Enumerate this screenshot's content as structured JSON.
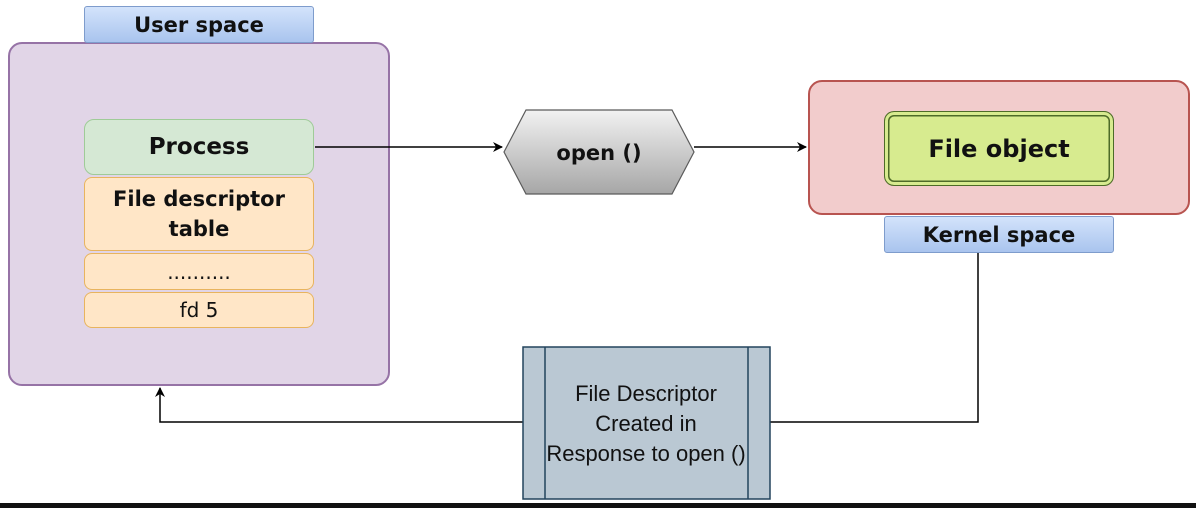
{
  "user_space": {
    "label": "User space",
    "process": "Process",
    "fd_table": {
      "header": "File descriptor table",
      "rows": [
        "..........",
        "fd 5"
      ]
    }
  },
  "open_call": {
    "label": "open ()"
  },
  "kernel_space": {
    "label": "Kernel space",
    "file_object": "File object"
  },
  "response": {
    "label": "File Descriptor Created in Response to open ()"
  },
  "colors": {
    "user_space_fill": "#e1d5e7",
    "user_space_border": "#9673a6",
    "process_fill": "#d5e8d4",
    "fd_table_fill": "#ffe6c7",
    "kernel_space_fill": "#f2cccc",
    "kernel_space_border": "#b85450",
    "file_object_fill": "#d7eb8f",
    "tab_fill": "#a9c4ee",
    "open_hexagon_fill": "#b3b3b3",
    "response_fill": "#bac8d3"
  }
}
